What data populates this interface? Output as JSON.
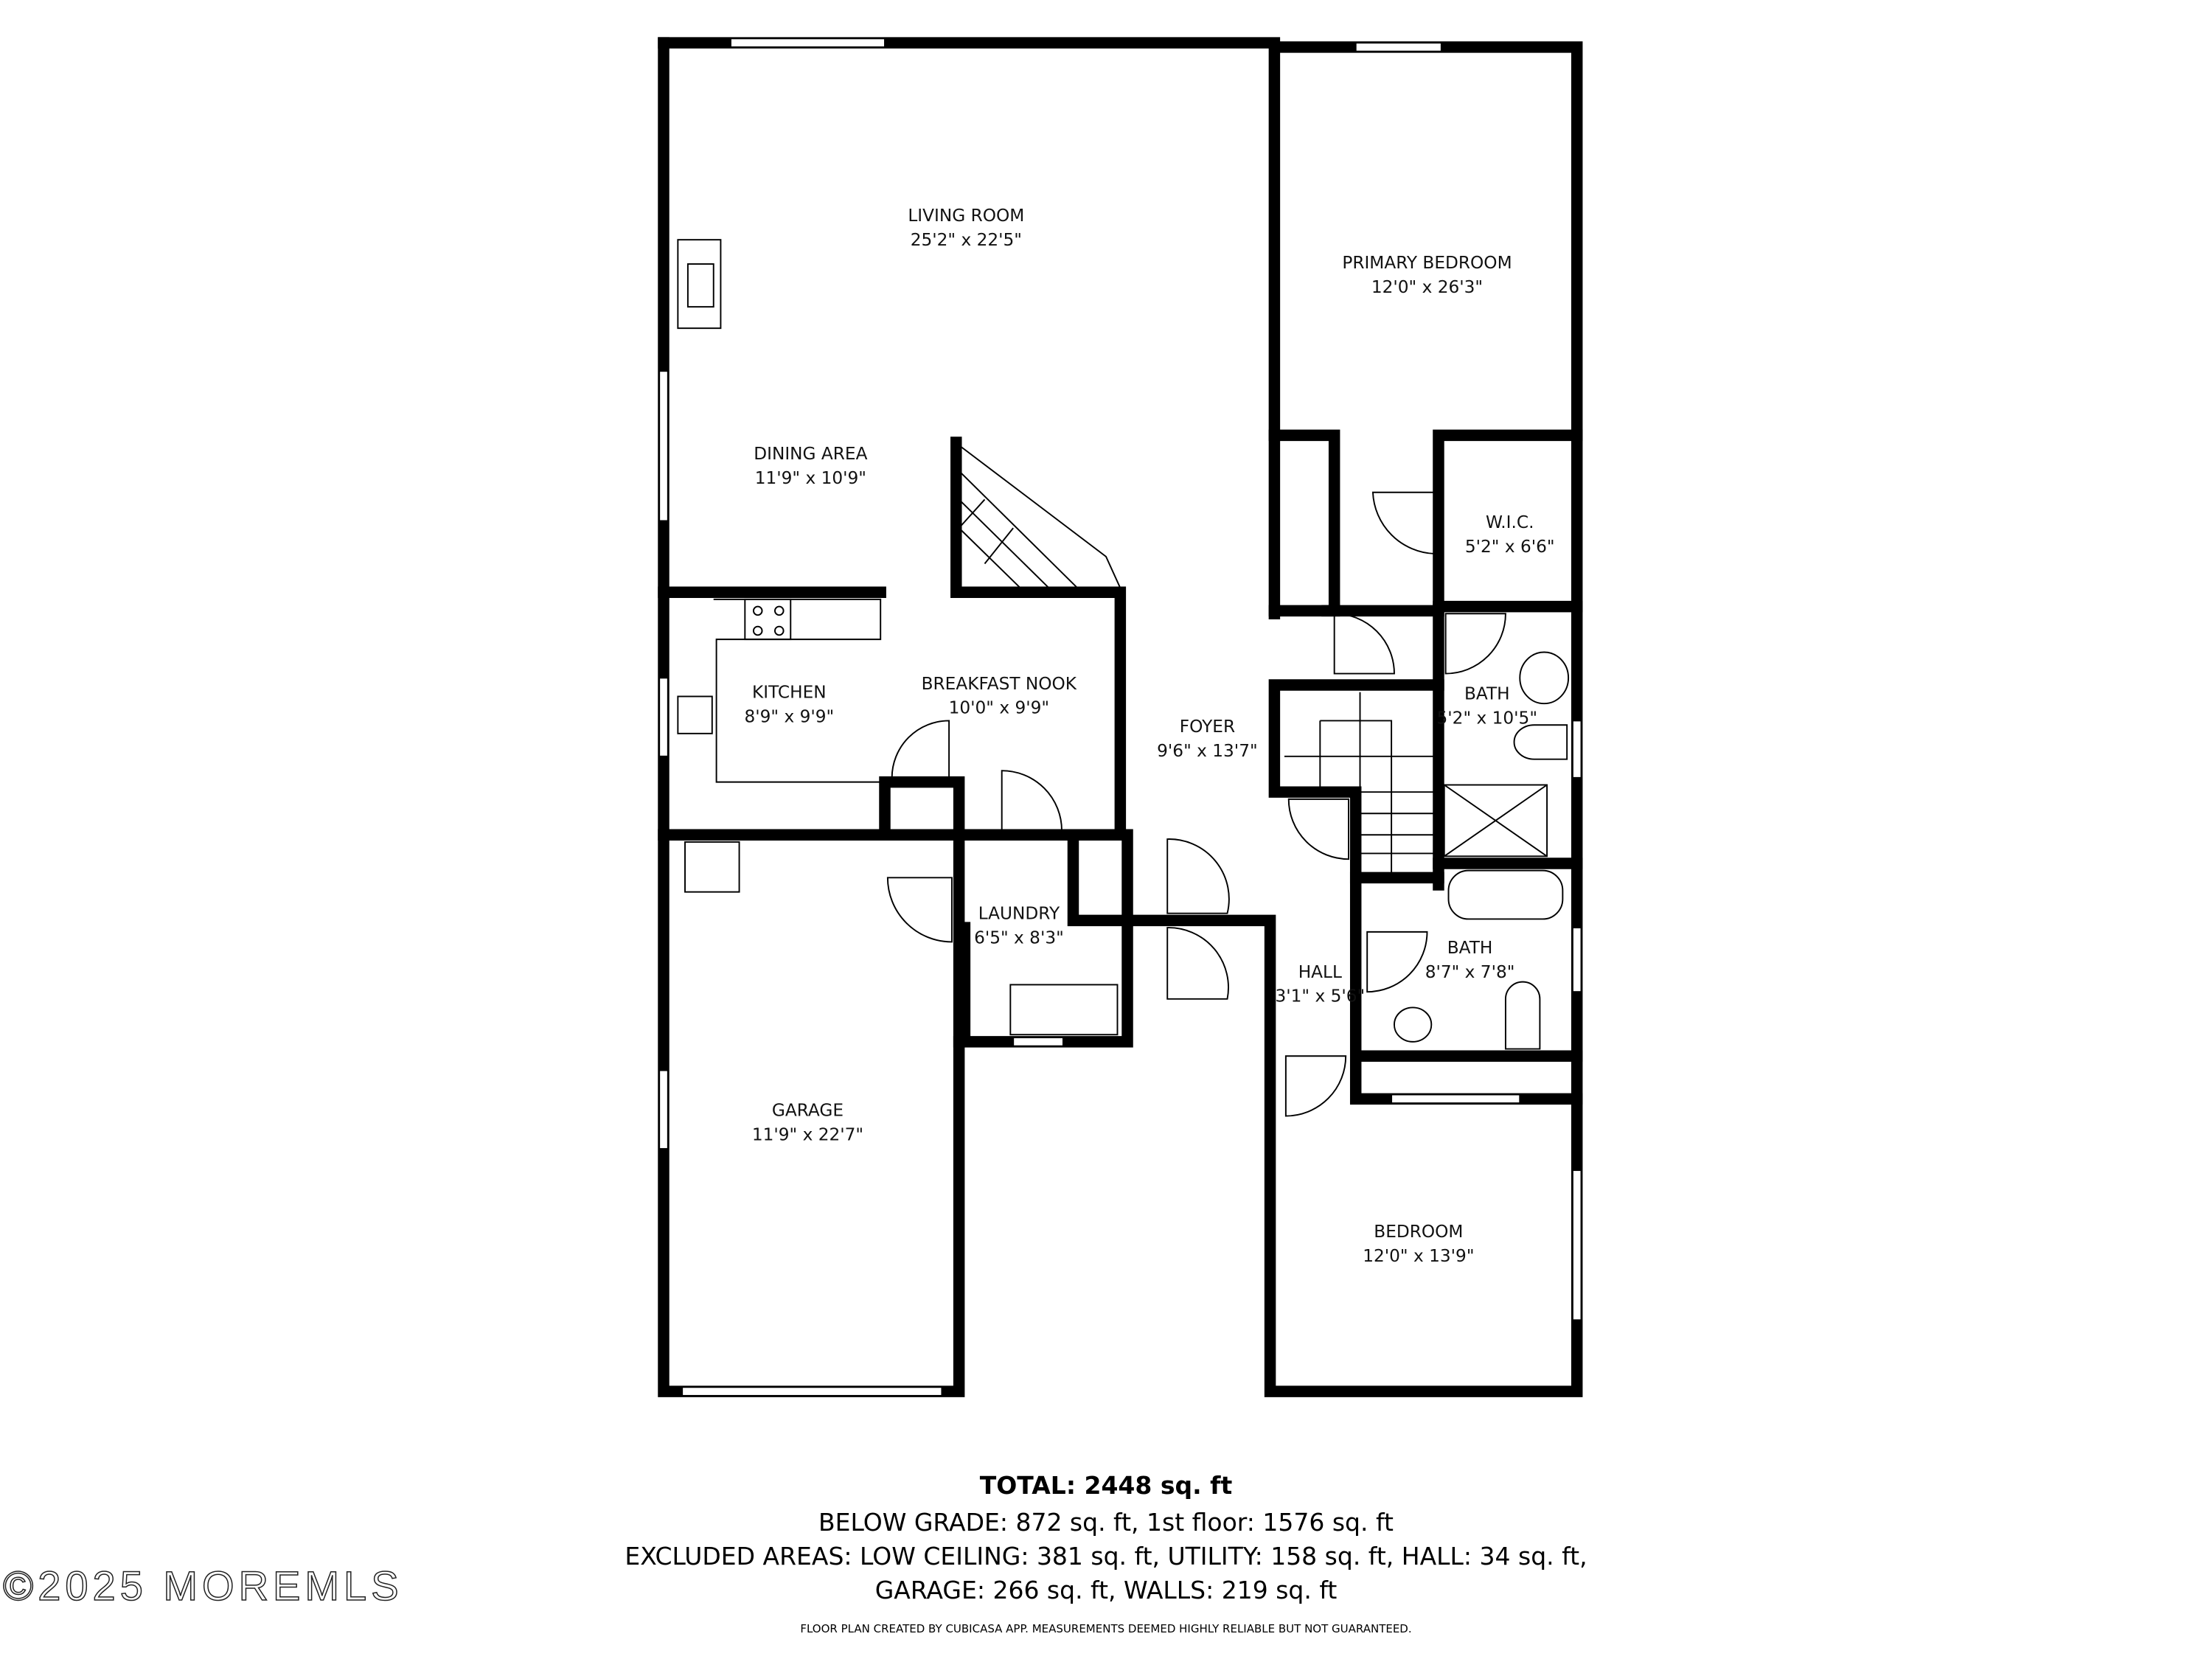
{
  "rooms": [
    {
      "name": "LIVING ROOM",
      "size": "25'2\" x 22'5\""
    },
    {
      "name": "PRIMARY BEDROOM",
      "size": "12'0\" x 26'3\""
    },
    {
      "name": "DINING AREA",
      "size": "11'9\" x 10'9\""
    },
    {
      "name": "W.I.C.",
      "size": "5'2\" x 6'6\""
    },
    {
      "name": "KITCHEN",
      "size": "8'9\" x 9'9\""
    },
    {
      "name": "BREAKFAST NOOK",
      "size": "10'0\" x 9'9\""
    },
    {
      "name": "BATH",
      "size": "5'2\" x 10'5\""
    },
    {
      "name": "FOYER",
      "size": "9'6\" x 13'7\""
    },
    {
      "name": "LAUNDRY",
      "size": "6'5\" x 8'3\""
    },
    {
      "name": "BATH",
      "size": "8'7\" x 7'8\""
    },
    {
      "name": "HALL",
      "size": "3'1\" x 5'6\""
    },
    {
      "name": "GARAGE",
      "size": "11'9\" x 22'7\""
    },
    {
      "name": "BEDROOM",
      "size": "12'0\" x 13'9\""
    }
  ],
  "summary": {
    "total": "TOTAL: 2448 sq. ft",
    "line1": "BELOW GRADE: 872 sq. ft, 1st floor: 1576 sq. ft",
    "line2": "EXCLUDED AREAS: LOW CEILING: 381 sq. ft, UTILITY: 158 sq. ft, HALL: 34 sq. ft,",
    "line3": "GARAGE: 266 sq. ft, WALLS: 219 sq. ft"
  },
  "credit": "FLOOR PLAN CREATED BY CUBICASA APP. MEASUREMENTS DEEMED HIGHLY RELIABLE BUT NOT GUARANTEED.",
  "watermark": "©2025 MOREMLS"
}
